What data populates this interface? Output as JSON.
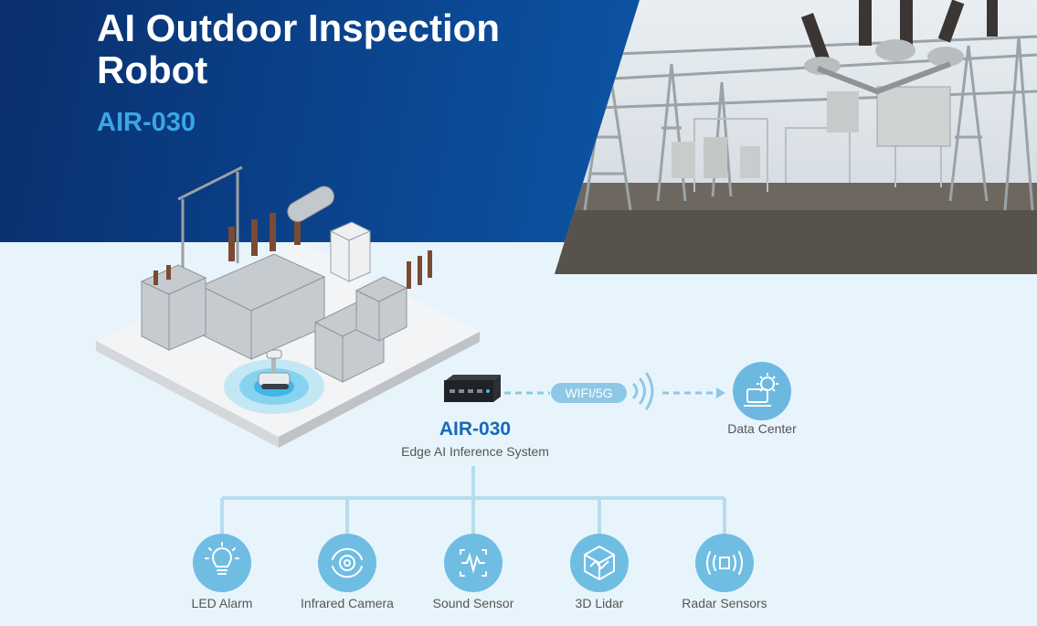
{
  "hero": {
    "title": "AI Outdoor Inspection Robot",
    "model": "AIR-030"
  },
  "system": {
    "name": "AIR-030",
    "description": "Edge AI Inference System"
  },
  "link": {
    "label": "WIFI/5G"
  },
  "data_center": {
    "label": "Data Center",
    "icon": "gear-monitor-icon"
  },
  "sensors": [
    {
      "label": "LED Alarm",
      "icon": "lightbulb-icon"
    },
    {
      "label": "Infrared Camera",
      "icon": "eye-icon"
    },
    {
      "label": "Sound Sensor",
      "icon": "waveform-icon"
    },
    {
      "label": "3D Lidar",
      "icon": "cube-icon"
    },
    {
      "label": "Radar Sensors",
      "icon": "radar-icon"
    }
  ],
  "colors": {
    "hero_blue": "#0b4a96",
    "accent_blue": "#3aa6e6",
    "icon_circle": "#70bde3",
    "background": "#e8f4fb"
  }
}
